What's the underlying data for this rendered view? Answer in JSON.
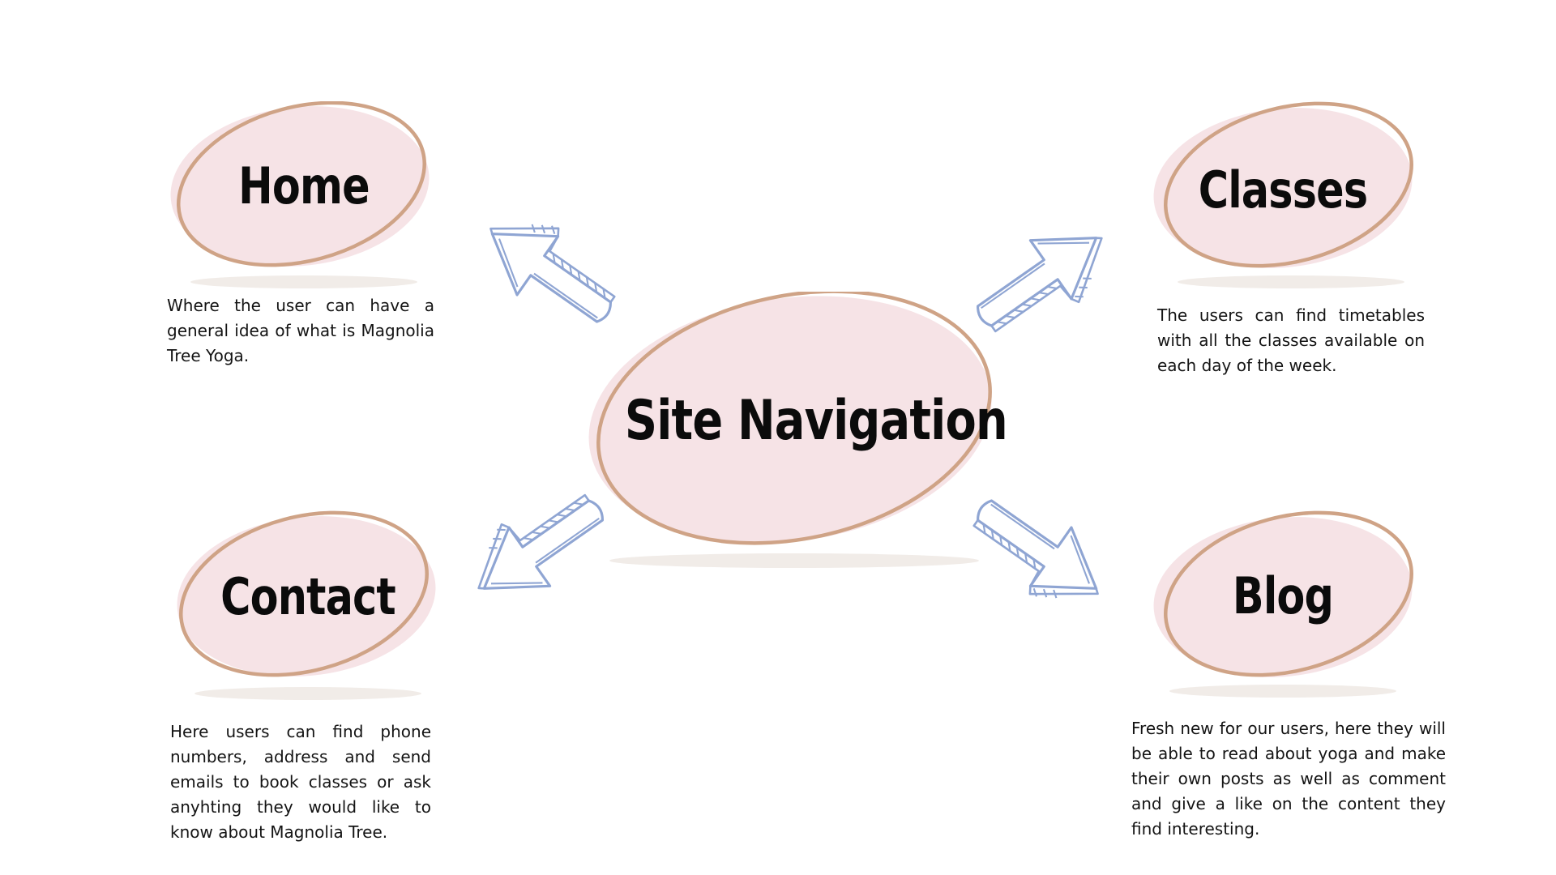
{
  "diagram": {
    "center": {
      "title": "Site Navigation"
    },
    "nodes": {
      "home": {
        "title": "Home",
        "description": "Where the user can have a general idea of what is Magnolia Tree Yoga."
      },
      "classes": {
        "title": "Classes",
        "description": "The users can find timetables with all the classes available on each day of the week."
      },
      "contact": {
        "title": "Contact",
        "description": "Here users can find phone numbers, address and send emails to book classes or ask anyhting they would like to know about Magnolia Tree."
      },
      "blog": {
        "title": "Blog",
        "description": "Fresh new for our users, here they will be able to read about yoga and make their own posts as well as comment and give a like on the content they find interesting."
      }
    }
  },
  "colors": {
    "bubble_fill": "#f6e3e6",
    "bubble_outline": "#cfa386",
    "shadow": "#f1ece8",
    "arrow_stroke": "#8fa5d3",
    "text": "#0b0b0b"
  }
}
